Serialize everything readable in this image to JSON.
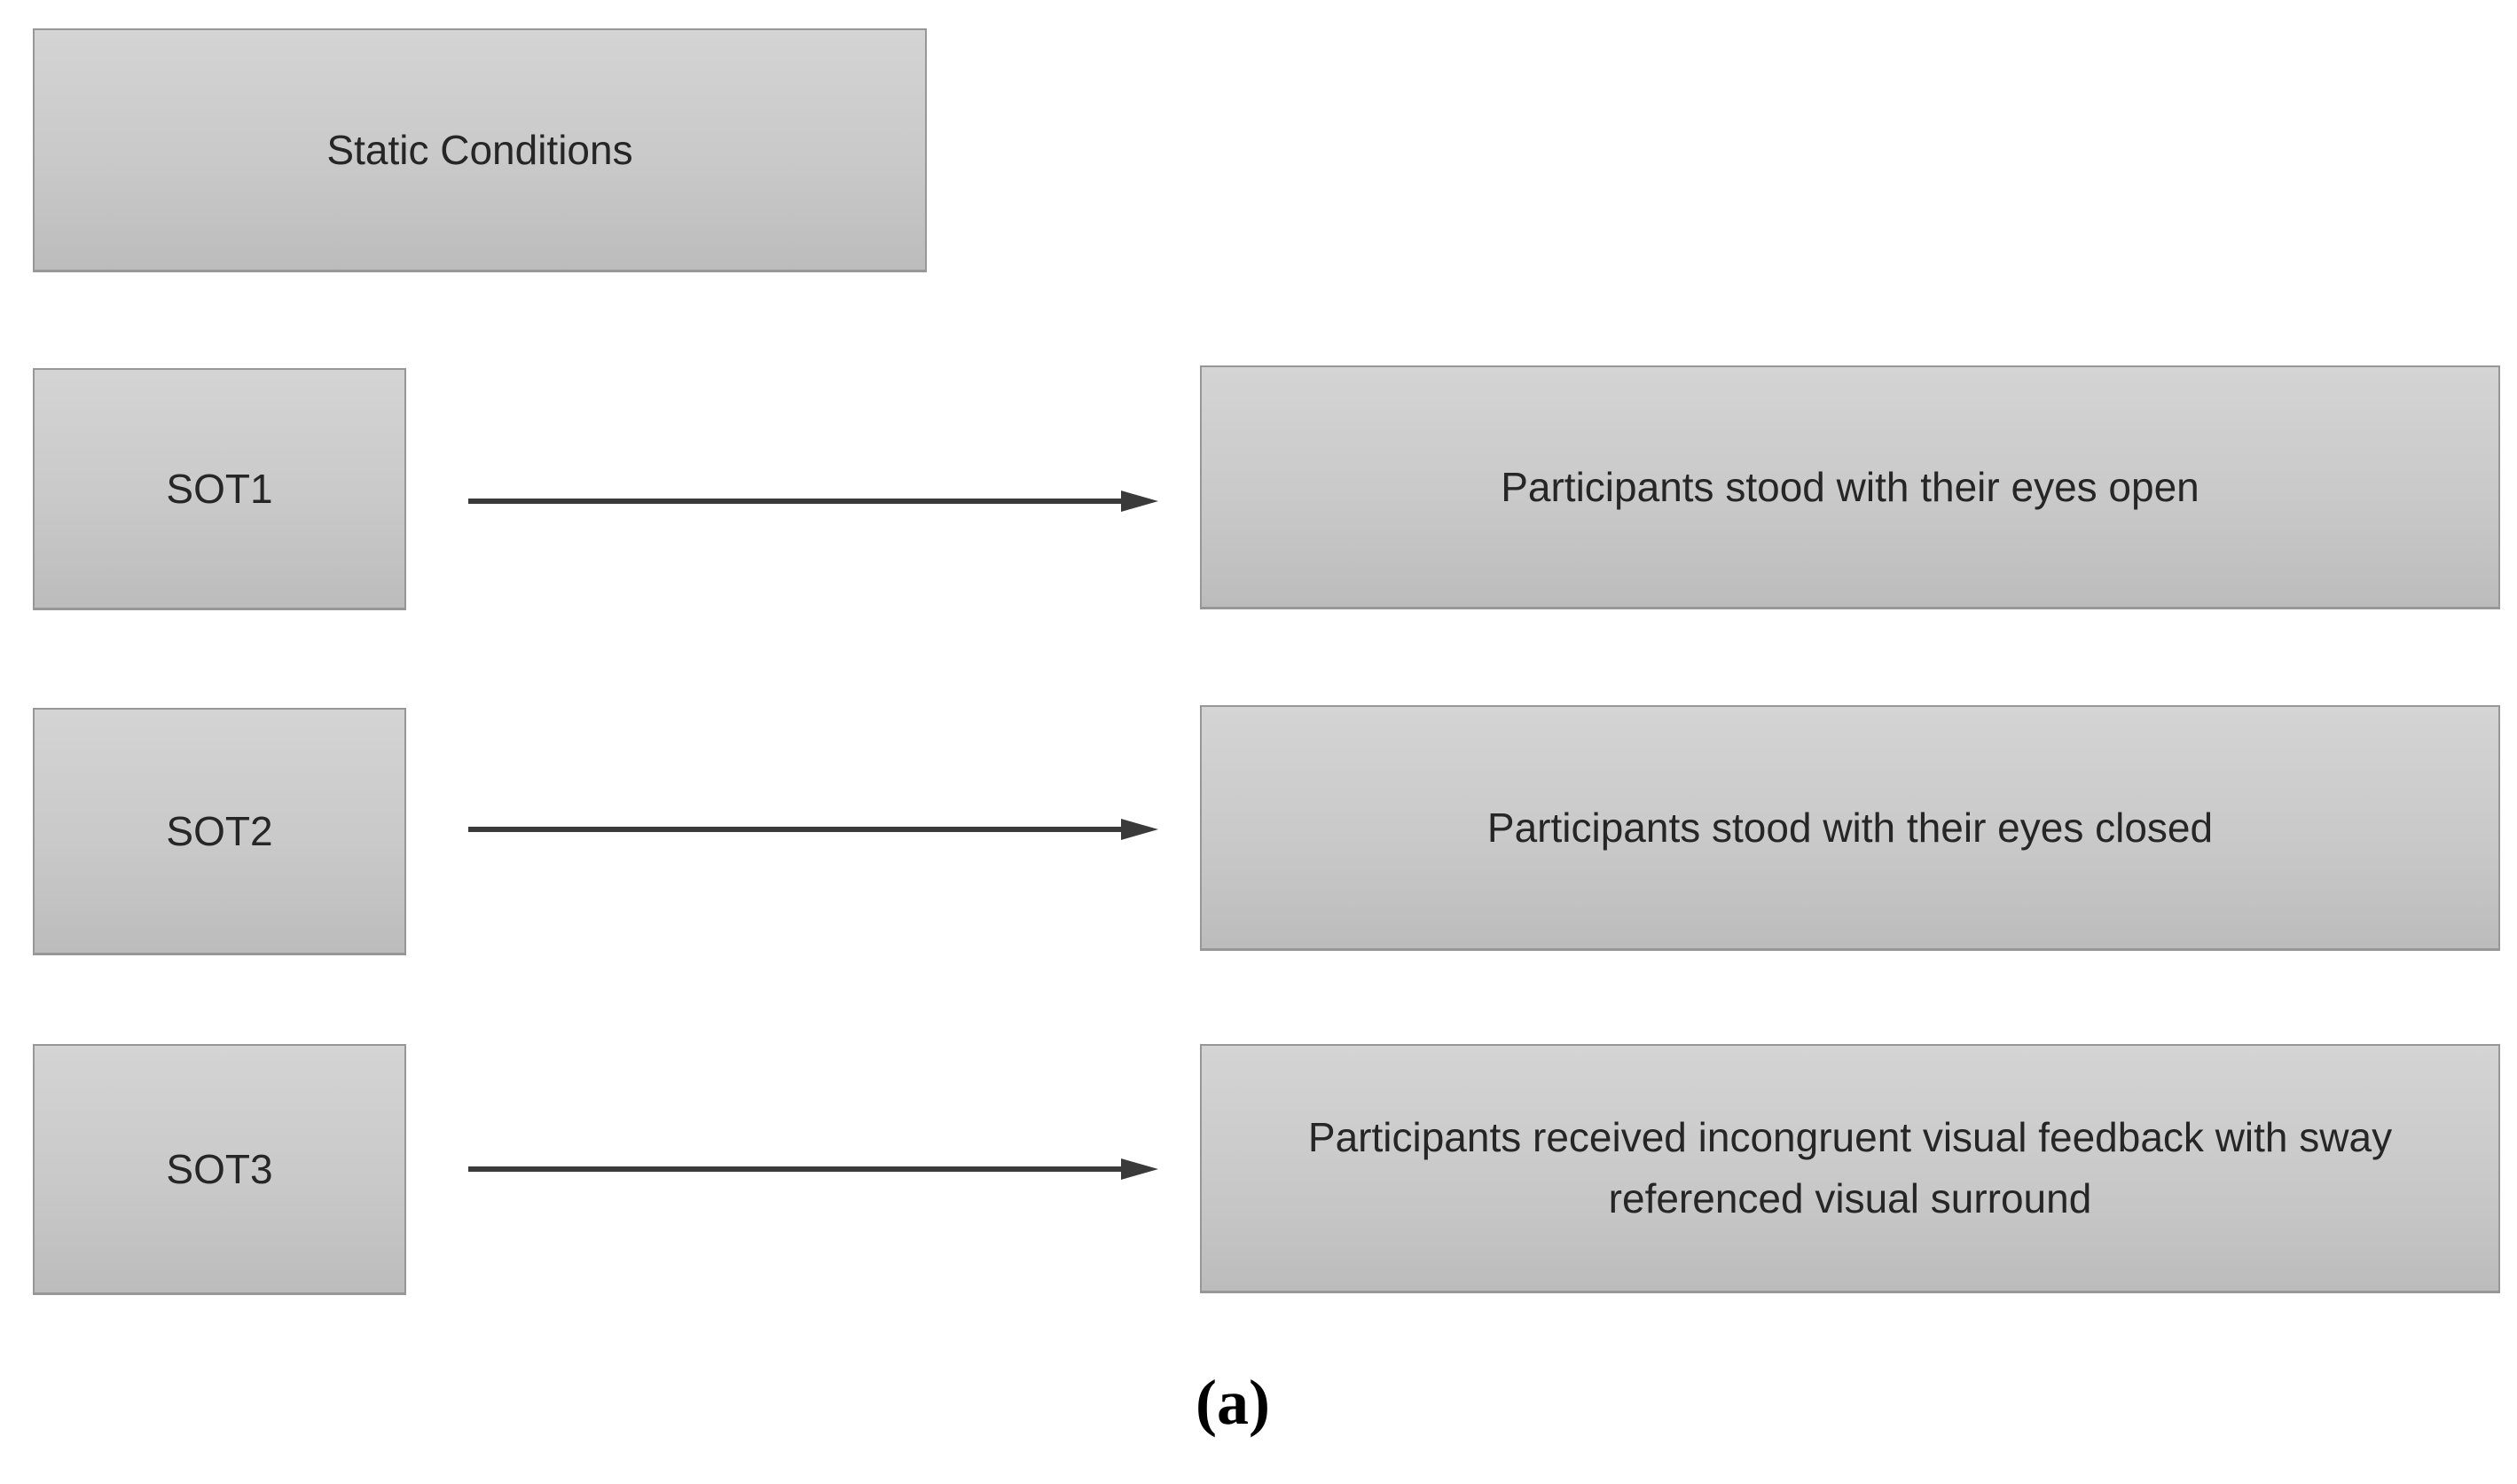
{
  "diagram": {
    "header": {
      "label": "Static Conditions"
    },
    "rows": [
      {
        "condition": "SOT1",
        "description": "Participants stood with their eyes open"
      },
      {
        "condition": "SOT2",
        "description": "Participants stood with their eyes closed"
      },
      {
        "condition": "SOT3",
        "description": "Participants received incongruent visual feedback with sway referenced visual surround"
      }
    ],
    "caption": "(a)",
    "colors": {
      "box_fill_top": "#d4d4d4",
      "box_fill_mid": "#c9c9c9",
      "box_fill_bottom": "#bcbcbc",
      "box_border": "#979797",
      "text": "#262626",
      "arrow": "#3a3a3a",
      "background": "#ffffff"
    }
  }
}
